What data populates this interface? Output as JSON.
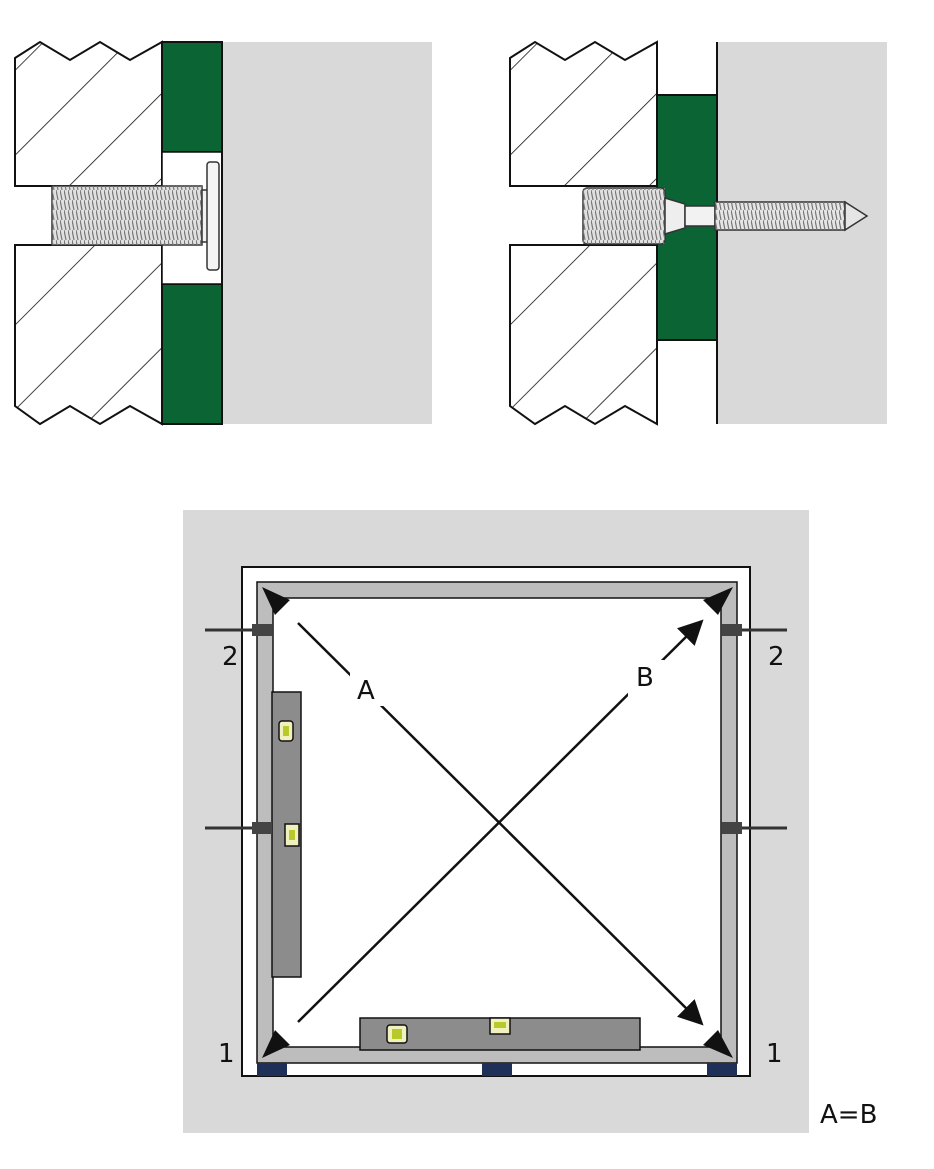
{
  "colors": {
    "wall_gray": "#d9d9d9",
    "insulation_green": "#0b6434",
    "frame_gray": "#bdbdbd",
    "level_gray": "#8c8c8c",
    "spacer_blue": "#1e2f58",
    "outline": "#111111"
  },
  "labels": {
    "diag_a": "A",
    "diag_b": "B",
    "fixing_top_left": "2",
    "fixing_top_right": "2",
    "fixing_bottom_left": "1",
    "fixing_bottom_right": "1",
    "equality": "A=B"
  },
  "icons": [
    "screw-icon",
    "bolt-icon",
    "spirit-level-icon",
    "arrow-head-icon"
  ]
}
